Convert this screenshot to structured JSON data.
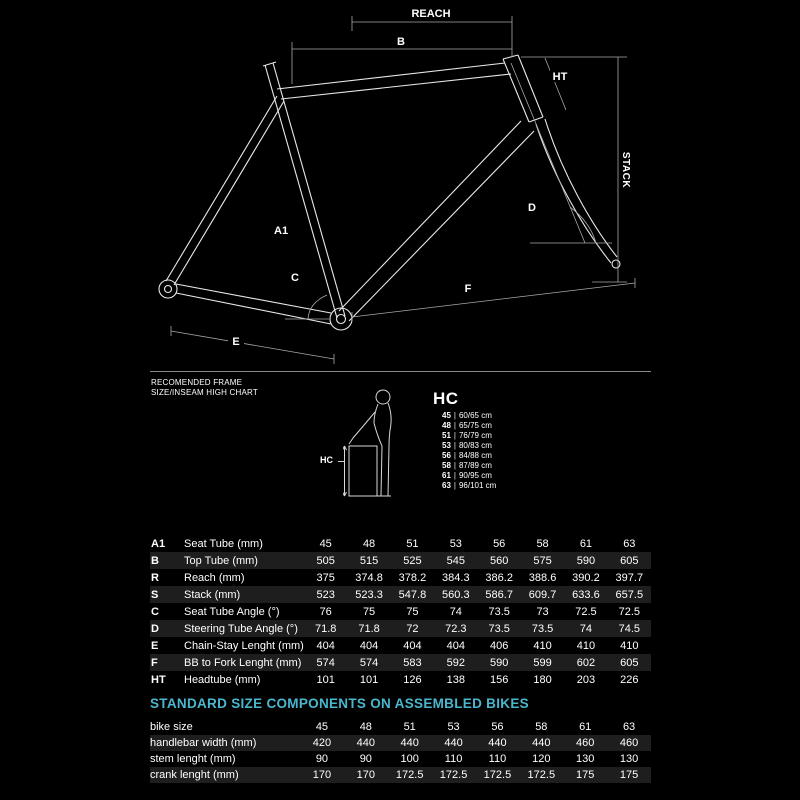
{
  "frame_diagram": {
    "labels": {
      "reach": "REACH",
      "b": "B",
      "ht": "HT",
      "stack": "STACK",
      "d": "D",
      "a1": "A1",
      "c": "C",
      "f": "F",
      "e": "E"
    }
  },
  "size_chart": {
    "heading_line1": "RECOMENDED FRAME",
    "heading_line2": "SIZE/INSEAM HIGH CHART",
    "title": "HC",
    "marker_label": "HC",
    "separator": "|",
    "entries": [
      {
        "size": "45",
        "inseam": "60/65 cm"
      },
      {
        "size": "48",
        "inseam": "65/75 cm"
      },
      {
        "size": "51",
        "inseam": "76/79 cm"
      },
      {
        "size": "53",
        "inseam": "80/83 cm"
      },
      {
        "size": "56",
        "inseam": "84/88 cm"
      },
      {
        "size": "58",
        "inseam": "87/89 cm"
      },
      {
        "size": "61",
        "inseam": "90/95 cm"
      },
      {
        "size": "63",
        "inseam": "96/101 cm"
      }
    ]
  },
  "geometry_table": {
    "rows": [
      {
        "key": "A1",
        "label": "Seat Tube (mm)",
        "values": [
          "45",
          "48",
          "51",
          "53",
          "56",
          "58",
          "61",
          "63"
        ]
      },
      {
        "key": "B",
        "label": "Top Tube (mm)",
        "values": [
          "505",
          "515",
          "525",
          "545",
          "560",
          "575",
          "590",
          "605"
        ]
      },
      {
        "key": "R",
        "label": "Reach (mm)",
        "values": [
          "375",
          "374.8",
          "378.2",
          "384.3",
          "386.2",
          "388.6",
          "390.2",
          "397.7"
        ]
      },
      {
        "key": "S",
        "label": "Stack (mm)",
        "values": [
          "523",
          "523.3",
          "547.8",
          "560.3",
          "586.7",
          "609.7",
          "633.6",
          "657.5"
        ]
      },
      {
        "key": "C",
        "label": "Seat Tube Angle (°)",
        "values": [
          "76",
          "75",
          "75",
          "74",
          "73.5",
          "73",
          "72.5",
          "72.5"
        ]
      },
      {
        "key": "D",
        "label": "Steering Tube Angle (°)",
        "values": [
          "71.8",
          "71.8",
          "72",
          "72.3",
          "73.5",
          "73.5",
          "74",
          "74.5"
        ]
      },
      {
        "key": "E",
        "label": "Chain-Stay Lenght (mm)",
        "values": [
          "404",
          "404",
          "404",
          "404",
          "406",
          "410",
          "410",
          "410"
        ]
      },
      {
        "key": "F",
        "label": "BB to Fork Lenght (mm)",
        "values": [
          "574",
          "574",
          "583",
          "592",
          "590",
          "599",
          "602",
          "605"
        ]
      },
      {
        "key": "HT",
        "label": "Headtube (mm)",
        "values": [
          "101",
          "101",
          "126",
          "138",
          "156",
          "180",
          "203",
          "226"
        ]
      }
    ]
  },
  "components_table": {
    "title": "STANDARD SIZE COMPONENTS ON ASSEMBLED BIKES",
    "accent_color": "#4ab7ce",
    "rows": [
      {
        "label": "bike size",
        "values": [
          "45",
          "48",
          "51",
          "53",
          "56",
          "58",
          "61",
          "63"
        ]
      },
      {
        "label": "handlebar width (mm)",
        "values": [
          "420",
          "440",
          "440",
          "440",
          "440",
          "440",
          "460",
          "460"
        ]
      },
      {
        "label": "stem lenght (mm)",
        "values": [
          "90",
          "90",
          "100",
          "110",
          "110",
          "120",
          "130",
          "130"
        ]
      },
      {
        "label": "crank lenght (mm)",
        "values": [
          "170",
          "170",
          "172.5",
          "172.5",
          "172.5",
          "172.5",
          "175",
          "175"
        ]
      }
    ]
  }
}
